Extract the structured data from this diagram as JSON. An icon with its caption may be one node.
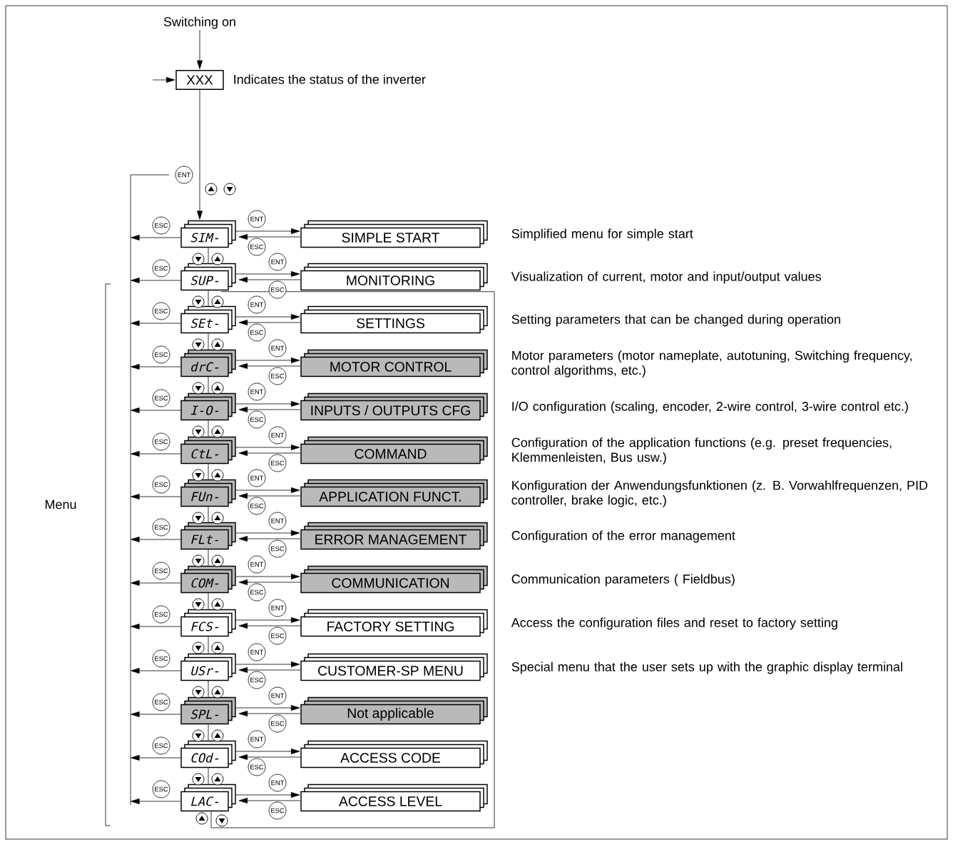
{
  "diagram": {
    "nodes": [
      {
        "text": [
          "Switching on"
        ]
      },
      {
        "text": [
          "XXX"
        ],
        "beside": [
          "Indicates the status of the inverter"
        ]
      },
      {
        "text": [
          "SIM-"
        ]
      },
      {
        "text": [
          "SIMPLE START"
        ],
        "beside": [
          "Simplified menu for simple start"
        ]
      },
      {
        "text": [
          "SUP-"
        ]
      },
      {
        "text": [
          "MONITORING"
        ],
        "beside": [
          "Visualization of current, motor and input/output values"
        ]
      },
      {
        "text": [
          "SEt-"
        ]
      },
      {
        "text": [
          "SETTINGS"
        ],
        "beside": [
          "Setting parameters that can be changed during operation"
        ]
      },
      {
        "text": [
          "drC-"
        ]
      },
      {
        "text": [
          "MOTOR CONTROL"
        ],
        "beside": [
          "Motor parameters (motor nameplate, autotuning, Switching frequency, control algorithms, etc.)"
        ]
      },
      {
        "text": [
          "I-O-"
        ]
      },
      {
        "text": [
          "INPUTS / OUTPUTS CFG"
        ],
        "beside": [
          "I/O configuration (scaling, encoder, 2-wire control, 3-wire control etc.)"
        ]
      },
      {
        "text": [
          "CtL-"
        ]
      },
      {
        "text": [
          "COMMAND"
        ],
        "beside": [
          "Configuration of the application functions (e.g. preset frequencies, Klemmenleisten, Bus usw.)"
        ]
      },
      {
        "text": [
          "FUn-"
        ]
      },
      {
        "text": [
          "APPLICATION FUNCT."
        ],
        "beside": [
          "Konfiguration der Anwendungsfunktionen (z. B. Vorwahlfrequenzen, PID controller, brake logic, etc.)"
        ]
      },
      {
        "text": [
          "FLt-"
        ]
      },
      {
        "text": [
          "ERROR MANAGEMENT"
        ],
        "beside": [
          "Configuration of the error management"
        ]
      },
      {
        "text": [
          "COM-"
        ]
      },
      {
        "text": [
          "COMMUNICATION"
        ],
        "beside": [
          "Communication parameters ( Fieldbus)"
        ]
      },
      {
        "text": [
          "FCS-"
        ]
      },
      {
        "text": [
          "FACTORY SETTING"
        ],
        "beside": [
          "Access the configuration files and reset to factory setting"
        ]
      },
      {
        "text": [
          "USr-"
        ]
      },
      {
        "text": [
          "CUSTOMER-SP MENU"
        ],
        "beside": [
          "Special menu that the user sets up with the graphic display terminal"
        ]
      },
      {
        "text": [
          "SPL-"
        ]
      },
      {
        "text": [
          "Not applicable"
        ]
      },
      {
        "text": [
          "COd-"
        ]
      },
      {
        "text": [
          "ACCESS CODE"
        ]
      },
      {
        "text": [
          "LAC-"
        ]
      },
      {
        "text": [
          "ACCESS LEVEL"
        ]
      }
    ],
    "edges": [
      {
        "from": 0,
        "to": 1,
        "arrow": "to"
      },
      {
        "from": null,
        "to": 1,
        "arrow": "to"
      },
      {
        "from": 1,
        "to": 2,
        "arrow": "to"
      },
      {
        "from": 2,
        "to": 3,
        "arrow": "to",
        "label": "ENT"
      },
      {
        "from": 3,
        "to": 2,
        "arrow": "to",
        "label": "ESC"
      },
      {
        "from": 2,
        "to": null,
        "arrow": "to",
        "label": "ESC"
      },
      {
        "from": 2,
        "to": 4,
        "arrow": "none"
      },
      {
        "from": 4,
        "to": 5,
        "arrow": "to",
        "label": "ENT"
      },
      {
        "from": 5,
        "to": 4,
        "arrow": "to",
        "label": "ESC"
      },
      {
        "from": 4,
        "to": null,
        "arrow": "to",
        "label": "ESC"
      },
      {
        "from": 4,
        "to": 6,
        "arrow": "none"
      },
      {
        "from": 6,
        "to": 7,
        "arrow": "to",
        "label": "ENT"
      },
      {
        "from": 7,
        "to": 6,
        "arrow": "to",
        "label": "ESC"
      },
      {
        "from": 6,
        "to": null,
        "arrow": "to",
        "label": "ESC"
      },
      {
        "from": 6,
        "to": 8,
        "arrow": "none"
      },
      {
        "from": 8,
        "to": 9,
        "arrow": "to",
        "label": "ENT"
      },
      {
        "from": 9,
        "to": 8,
        "arrow": "to",
        "label": "ESC"
      },
      {
        "from": 8,
        "to": null,
        "arrow": "to",
        "label": "ESC"
      },
      {
        "from": 8,
        "to": 10,
        "arrow": "none"
      },
      {
        "from": 10,
        "to": 11,
        "arrow": "to",
        "label": "ENT"
      },
      {
        "from": 11,
        "to": 10,
        "arrow": "to",
        "label": "ESC"
      },
      {
        "from": 10,
        "to": null,
        "arrow": "to",
        "label": "ESC"
      },
      {
        "from": 10,
        "to": 12,
        "arrow": "none"
      },
      {
        "from": 12,
        "to": 13,
        "arrow": "to",
        "label": "ENT"
      },
      {
        "from": 13,
        "to": 12,
        "arrow": "to",
        "label": "ESC"
      },
      {
        "from": 12,
        "to": null,
        "arrow": "to",
        "label": "ESC"
      },
      {
        "from": 12,
        "to": 14,
        "arrow": "none"
      },
      {
        "from": 14,
        "to": 15,
        "arrow": "to",
        "label": "ENT"
      },
      {
        "from": 15,
        "to": 14,
        "arrow": "to",
        "label": "ESC"
      },
      {
        "from": 14,
        "to": null,
        "arrow": "to",
        "label": "ESC"
      },
      {
        "from": 14,
        "to": 16,
        "arrow": "none"
      },
      {
        "from": 16,
        "to": 17,
        "arrow": "to",
        "label": "ENT"
      },
      {
        "from": 17,
        "to": 16,
        "arrow": "to",
        "label": "ESC"
      },
      {
        "from": 16,
        "to": null,
        "arrow": "to",
        "label": "ESC"
      },
      {
        "from": 16,
        "to": 18,
        "arrow": "none"
      },
      {
        "from": 18,
        "to": 19,
        "arrow": "to",
        "label": "ENT"
      },
      {
        "from": 19,
        "to": 18,
        "arrow": "to",
        "label": "ESC"
      },
      {
        "from": 18,
        "to": null,
        "arrow": "to",
        "label": "ESC"
      },
      {
        "from": 18,
        "to": 20,
        "arrow": "none"
      },
      {
        "from": 20,
        "to": 21,
        "arrow": "to",
        "label": "ENT"
      },
      {
        "from": 21,
        "to": 20,
        "arrow": "to",
        "label": "ESC"
      },
      {
        "from": 20,
        "to": null,
        "arrow": "to",
        "label": "ESC"
      },
      {
        "from": 20,
        "to": 22,
        "arrow": "none"
      },
      {
        "from": 22,
        "to": 23,
        "arrow": "to",
        "label": "ENT"
      },
      {
        "from": 23,
        "to": 22,
        "arrow": "to",
        "label": "ESC"
      },
      {
        "from": 22,
        "to": null,
        "arrow": "to",
        "label": "ESC"
      },
      {
        "from": 22,
        "to": 24,
        "arrow": "none"
      },
      {
        "from": 24,
        "to": 25,
        "arrow": "to",
        "label": "ENT"
      },
      {
        "from": 25,
        "to": 24,
        "arrow": "to",
        "label": "ESC"
      },
      {
        "from": 24,
        "to": null,
        "arrow": "to",
        "label": "ESC"
      },
      {
        "from": 24,
        "to": 26,
        "arrow": "none"
      },
      {
        "from": 26,
        "to": 27,
        "arrow": "to",
        "label": "ENT"
      },
      {
        "from": 27,
        "to": 26,
        "arrow": "to",
        "label": "ESC"
      },
      {
        "from": 26,
        "to": null,
        "arrow": "to",
        "label": "ESC"
      },
      {
        "from": 26,
        "to": 28,
        "arrow": "none"
      },
      {
        "from": 28,
        "to": 29,
        "arrow": "to",
        "label": "ENT"
      },
      {
        "from": 29,
        "to": 28,
        "arrow": "to",
        "label": "ESC"
      },
      {
        "from": 28,
        "to": null,
        "arrow": "to",
        "label": "ESC"
      },
      {
        "from": 28,
        "to": 4,
        "arrow": "none"
      }
    ],
    "labels": [
      "ENT",
      "Menu"
    ]
  }
}
